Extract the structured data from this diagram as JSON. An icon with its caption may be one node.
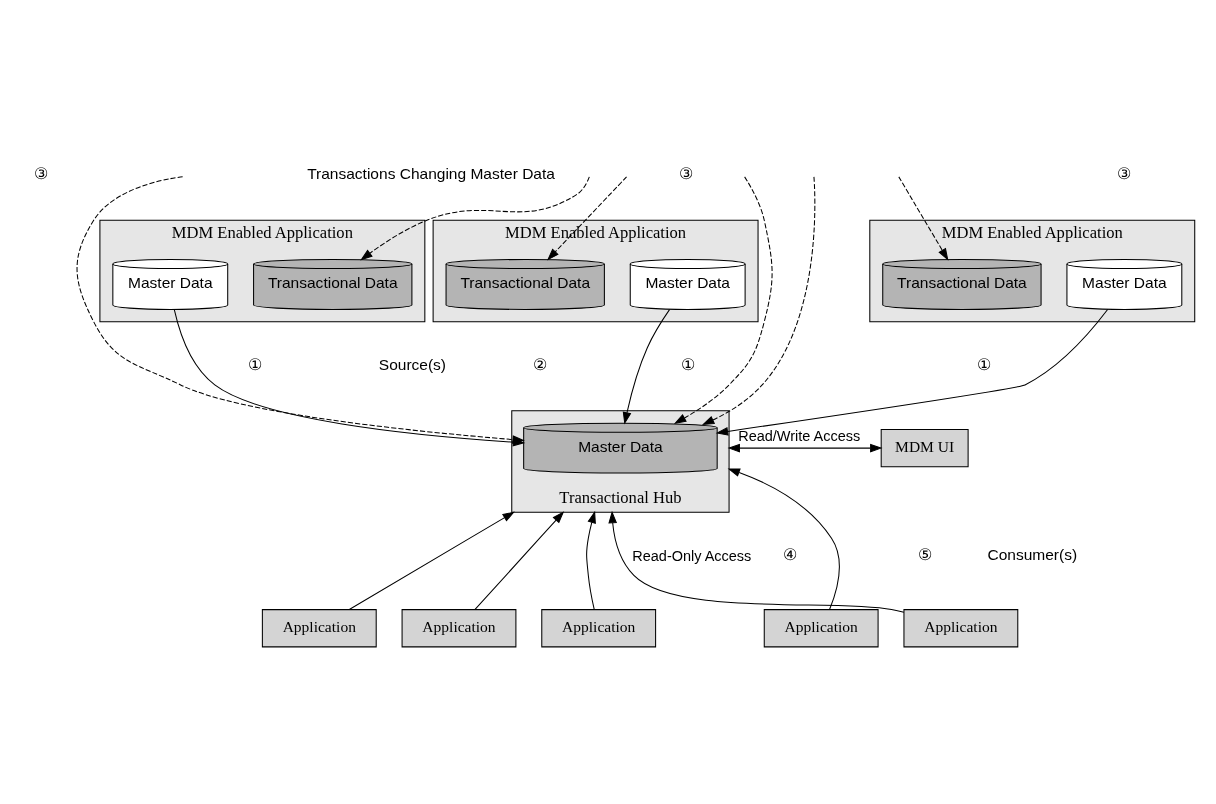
{
  "diagram": {
    "nodes": [
      {
        "text": [
          "MDM Enabled Application"
        ]
      },
      {
        "text": [
          "Master Data"
        ],
        "in": 0
      },
      {
        "text": [
          "Transactional Data"
        ],
        "in": 0
      },
      {
        "text": [
          "MDM Enabled Application"
        ]
      },
      {
        "text": [
          "Master Data"
        ],
        "in": 3
      },
      {
        "text": [
          "Transactional Data"
        ],
        "in": 3
      },
      {
        "text": [
          "MDM Enabled Application"
        ]
      },
      {
        "text": [
          "Master Data"
        ],
        "in": 6
      },
      {
        "text": [
          "Transactional Data"
        ],
        "in": 6
      },
      {
        "text": [
          "Transactional Hub"
        ]
      },
      {
        "text": [
          "Master Data"
        ],
        "in": 9
      },
      {
        "text": [
          "MDM UI"
        ]
      },
      {
        "text": [
          "Application"
        ]
      },
      {
        "text": [
          "Application"
        ]
      },
      {
        "text": [
          "Application"
        ]
      },
      {
        "text": [
          "Application"
        ]
      },
      {
        "text": [
          "Application"
        ]
      }
    ],
    "edges": [
      {
        "from": null,
        "to": 2,
        "arrow": "to",
        "style": "dashed"
      },
      {
        "from": null,
        "to": 10,
        "arrow": "to",
        "style": "dashed"
      },
      {
        "from": null,
        "to": 5,
        "arrow": "to",
        "style": "dashed"
      },
      {
        "from": null,
        "to": 10,
        "arrow": "to",
        "style": "dashed"
      },
      {
        "from": null,
        "to": 8,
        "arrow": "to",
        "style": "dashed"
      },
      {
        "from": null,
        "to": 10,
        "arrow": "to",
        "style": "dashed"
      },
      {
        "from": 1,
        "to": 10,
        "arrow": "to"
      },
      {
        "from": 4,
        "to": 10,
        "arrow": "to"
      },
      {
        "from": 7,
        "to": 10,
        "arrow": "to"
      },
      {
        "from": 11,
        "to": 9,
        "arrow": "both",
        "label": "Read/Write Access"
      },
      {
        "from": 12,
        "to": 9,
        "arrow": "to"
      },
      {
        "from": 13,
        "to": 9,
        "arrow": "to"
      },
      {
        "from": 14,
        "to": 9,
        "arrow": "to",
        "label": "Read-Only Access"
      },
      {
        "from": 15,
        "to": 9,
        "arrow": "to"
      },
      {
        "from": 16,
        "to": 9,
        "arrow": "to"
      }
    ],
    "labels": [
      "Transactions Changing Master Data",
      "③",
      "③",
      "③",
      "①",
      "Source(s)",
      "①",
      "①",
      "②",
      "⑤",
      "Consumer(s)",
      "④"
    ]
  }
}
